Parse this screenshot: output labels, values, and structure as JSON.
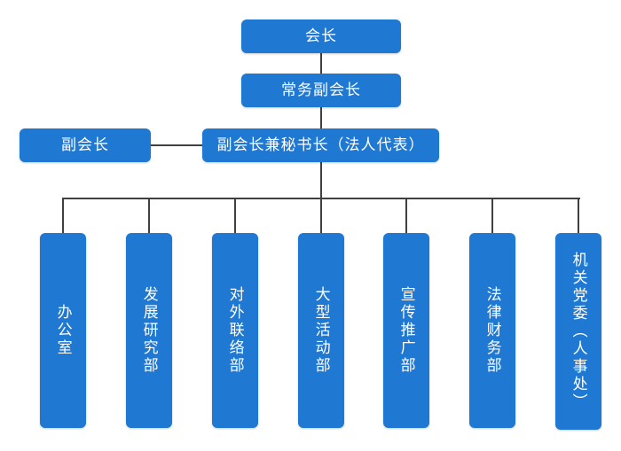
{
  "chart": {
    "title_node": {
      "label": "会长"
    },
    "nodes": [
      {
        "id": "chairman",
        "label": "会长",
        "orientation": "horizontal"
      },
      {
        "id": "exec-vice-chairman",
        "label": "常务副会长",
        "orientation": "horizontal"
      },
      {
        "id": "vice-chairman",
        "label": "副会长",
        "orientation": "horizontal"
      },
      {
        "id": "secretary-general",
        "label": "副会长兼秘书长（法人代表）",
        "orientation": "horizontal"
      }
    ],
    "departments": [
      {
        "id": "office",
        "label": "办公室"
      },
      {
        "id": "development-research",
        "label": "发展研究部"
      },
      {
        "id": "external-liaison",
        "label": "对外联络部"
      },
      {
        "id": "major-events",
        "label": "大型活动部"
      },
      {
        "id": "promotion",
        "label": "宣传推广部"
      },
      {
        "id": "legal-finance",
        "label": "法律财务部"
      },
      {
        "id": "party-committee",
        "label": "机关党委（人事处）"
      }
    ],
    "colors": {
      "box_fill": "#1F78D1",
      "box_text": "#FFFFFF",
      "connector": "#404040",
      "background": "#FFFFFF"
    }
  }
}
